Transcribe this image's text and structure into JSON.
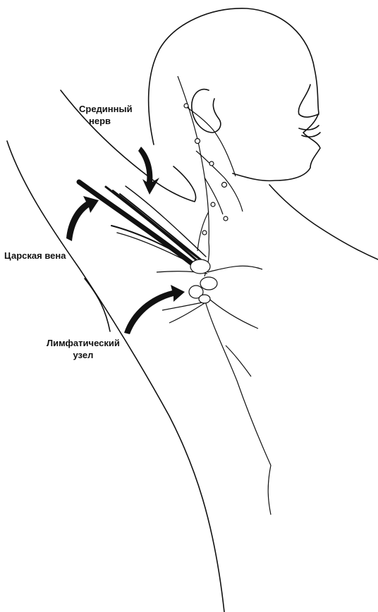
{
  "labels": {
    "median_nerve": [
      "Срединный",
      "нерв"
    ],
    "royal_vein": "Царская вена",
    "lymph_node": [
      "Лимфатический",
      "узел"
    ]
  },
  "colors": {
    "ink": "#111111",
    "background": "#ffffff"
  }
}
